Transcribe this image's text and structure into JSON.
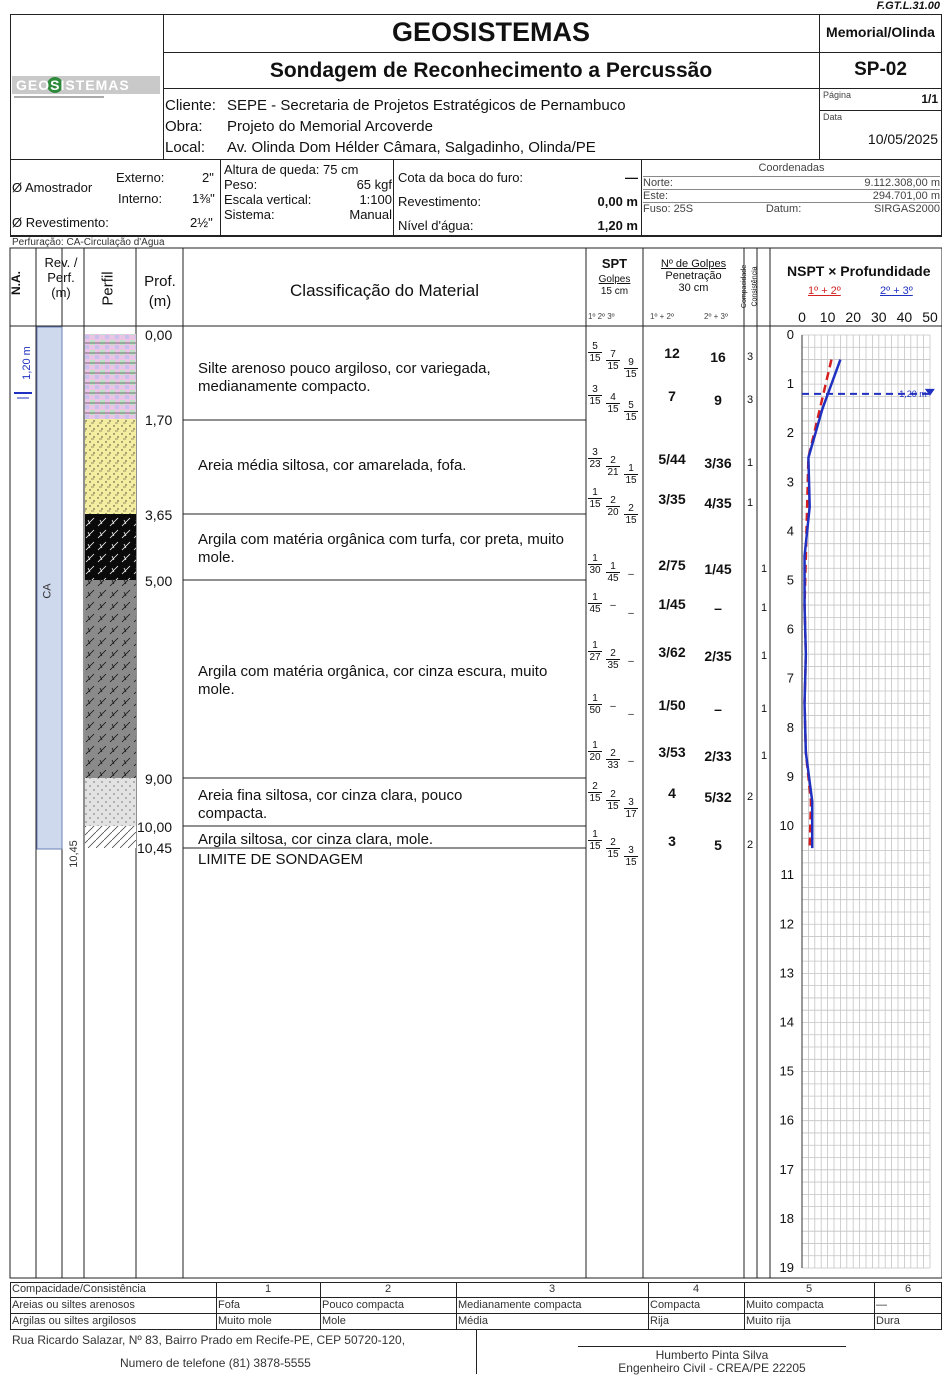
{
  "form_code": "F.GT.L.31.00",
  "company": "GEOSISTEMAS",
  "logo_text": "GEOSISTEMAS",
  "project_short": "Memorial/Olinda",
  "title": "Sondagem de Reconhecimento a Percussão",
  "boring_id": "SP-02",
  "client_label": "Cliente:",
  "client": "SEPE - Secretaria de Projetos Estratégicos de Pernambuco",
  "work_label": "Obra:",
  "work": "Projeto do Memorial Arcoverde",
  "place_label": "Local:",
  "place": "Av. Olinda Dom Hélder Câmara, Salgadinho, Olinda/PE",
  "page_label": "Página",
  "page": "1/1",
  "date_label": "Data",
  "date": "10/05/2025",
  "sampler_label": "Ø Amostrador",
  "ext_label": "Externo:",
  "ext": "2\"",
  "int_label": "Interno:",
  "int": "1⅜\"",
  "casing_label": "Ø Revestimento:",
  "casing": "2½\"",
  "drop_label": "Altura de queda:",
  "drop": "75 cm",
  "weight_label": "Peso:",
  "weight": "65 kgf",
  "scale_label": "Escala vertical:",
  "scale": "1:100",
  "system_label": "Sistema:",
  "system": "Manual",
  "cota_label": "Cota da boca do furo:",
  "cota": "—",
  "rev_label": "Revestimento:",
  "rev": "0,00 m",
  "wl_label": "Nível d'água:",
  "wl": "1,20 m",
  "coord_label": "Coordenadas",
  "north_label": "Norte:",
  "north": "9.112.308,00 m",
  "east_label": "Este:",
  "east": "294.701,00 m",
  "zone_label": "Fuso: 25S",
  "datum_label": "Datum:",
  "datum": "SIRGAS2000",
  "perf_note": "Perfuração: CA-Circulação d'Água",
  "hdr": {
    "na": "N.A.",
    "rev": "Rev. / Perf. (m)",
    "perfil": "Perfil",
    "prof": "Prof. (m)",
    "class": "Classificação do Material",
    "spt": "SPT",
    "golpes": "Golpes",
    "cm15": "15 cm",
    "g123": "1º 2º 3º",
    "ngolpes": "Nº de Golpes",
    "pen": "Penetração",
    "cm30": "30 cm",
    "g12": "1º + 2º",
    "g23": "2º + 3º",
    "compac": "Compacidade",
    "consist": "Consistência",
    "chart": "NSPT × Profundidade",
    "leg1": "1º + 2º",
    "leg2": "2º + 3º"
  },
  "na_value": "1,20 m",
  "ca_label": "CA",
  "rev_depth": "10,45",
  "depths": [
    "0,00",
    "1,70",
    "3,65",
    "5,00",
    "9,00",
    "10,00",
    "10,45"
  ],
  "layers": [
    "Silte arenoso pouco argiloso, cor variegada, medianamente compacto.",
    "Areia média siltosa, cor amarelada, fofa.",
    "Argila com matéria orgânica com turfa, cor preta, muito mole.",
    "Argila com matéria orgânica, cor cinza escura, muito mole.",
    "Areia fina siltosa, cor cinza clara, pouco compacta.",
    "Argila siltosa, cor cinza clara, mole.",
    "LIMITE DE SONDAGEM"
  ],
  "spt_rows": [
    {
      "d": "1",
      "f": [
        [
          "5",
          "15"
        ],
        [
          "7",
          "15"
        ],
        [
          "9",
          "15"
        ]
      ],
      "g1": "12",
      "g2": "16",
      "c": "3"
    },
    {
      "d": "2",
      "f": [
        [
          "3",
          "15"
        ],
        [
          "4",
          "15"
        ],
        [
          "5",
          "15"
        ]
      ],
      "g1": "7",
      "g2": "9",
      "c": "3"
    },
    {
      "d": "3",
      "f": [
        [
          "3",
          "23"
        ],
        [
          "2",
          "21"
        ],
        [
          "1",
          "15"
        ]
      ],
      "g1": "5/44",
      "g2": "3/36",
      "c": "1"
    },
    {
      "d": "4",
      "f": [
        [
          "1",
          "15"
        ],
        [
          "2",
          "20"
        ],
        [
          "2",
          "15"
        ]
      ],
      "g1": "3/35",
      "g2": "4/35",
      "c": "1"
    },
    {
      "d": "5",
      "f": [
        [
          "1",
          "30"
        ],
        [
          "1",
          "45"
        ],
        [
          "–",
          ""
        ]
      ],
      "g1": "2/75",
      "g2": "1/45",
      "c": "1"
    },
    {
      "d": "6",
      "f": [
        [
          "1",
          "45"
        ],
        [
          "–",
          ""
        ],
        [
          "–",
          ""
        ]
      ],
      "g1": "1/45",
      "g2": "–",
      "c": "1"
    },
    {
      "d": "7",
      "f": [
        [
          "1",
          "27"
        ],
        [
          "2",
          "35"
        ],
        [
          "–",
          ""
        ]
      ],
      "g1": "3/62",
      "g2": "2/35",
      "c": "1"
    },
    {
      "d": "8",
      "f": [
        [
          "1",
          "50"
        ],
        [
          "–",
          ""
        ],
        [
          "–",
          ""
        ]
      ],
      "g1": "1/50",
      "g2": "–",
      "c": "1"
    },
    {
      "d": "9",
      "f": [
        [
          "1",
          "20"
        ],
        [
          "2",
          "33"
        ],
        [
          "–",
          ""
        ]
      ],
      "g1": "3/53",
      "g2": "2/33",
      "c": "1"
    },
    {
      "d": "10",
      "f": [
        [
          "2",
          "15"
        ],
        [
          "2",
          "15"
        ],
        [
          "3",
          "17"
        ]
      ],
      "g1": "4",
      "g2": "5/32",
      "c": "2"
    },
    {
      "d": "10.45",
      "f": [
        [
          "1",
          "15"
        ],
        [
          "2",
          "15"
        ],
        [
          "3",
          "15"
        ]
      ],
      "g1": "3",
      "g2": "5",
      "c": "2"
    }
  ],
  "chart_data": {
    "type": "line",
    "title": "NSPT × Profundidade",
    "x_ticks": [
      "0",
      "10",
      "20",
      "30",
      "40",
      "50"
    ],
    "xlim": [
      0,
      50
    ],
    "ylim": [
      0,
      19
    ],
    "y_ticks": [
      "0",
      "1",
      "2",
      "3",
      "4",
      "5",
      "6",
      "7",
      "8",
      "9",
      "10",
      "11",
      "12",
      "13",
      "14",
      "15",
      "16",
      "17",
      "18",
      "19"
    ],
    "series": [
      {
        "name": "1º + 2º",
        "color": "#d42020",
        "dashed": true,
        "points": [
          [
            11.5,
            0.5
          ],
          [
            7,
            1.5
          ],
          [
            2.5,
            2.5
          ],
          [
            2,
            3.5
          ],
          [
            1.5,
            4.5
          ],
          [
            1,
            5.5
          ],
          [
            1.5,
            6.5
          ],
          [
            1,
            7.5
          ],
          [
            1.5,
            8.5
          ],
          [
            3.5,
            9.5
          ],
          [
            3,
            10.45
          ]
        ]
      },
      {
        "name": "2º + 3º",
        "color": "#2030c0",
        "dashed": false,
        "points": [
          [
            15,
            0.5
          ],
          [
            8,
            1.5
          ],
          [
            2.5,
            2.5
          ],
          [
            3,
            3.5
          ],
          [
            1,
            4.5
          ],
          [
            1,
            5.5
          ],
          [
            1.5,
            6.5
          ],
          [
            1,
            7.5
          ],
          [
            1.5,
            8.5
          ],
          [
            4,
            9.5
          ],
          [
            4,
            10.45
          ]
        ]
      }
    ],
    "water_level": {
      "depth": 1.2,
      "label": "1,20 m"
    }
  },
  "legend": {
    "title": "Compacidade/Consistência",
    "nums": [
      "1",
      "2",
      "3",
      "4",
      "5",
      "6"
    ],
    "row1_label": "Areias ou siltes arenosos",
    "row1": [
      "Fofa",
      "Pouco compacta",
      "Medianamente compacta",
      "Compacta",
      "Muito compacta",
      "—"
    ],
    "row2_label": "Argilas ou siltes argilosos",
    "row2": [
      "Muito mole",
      "Mole",
      "Média",
      "Rija",
      "Muito rija",
      "Dura"
    ]
  },
  "address": "Rua Ricardo Salazar, Nº 83, Bairro Prado em Recife-PE, CEP 50720-120,",
  "phone": "Numero de telefone (81) 3878-5555",
  "engineer": "Humberto Pinta Silva",
  "engineer_title": "Engenheiro Civil - CREA/PE 22205"
}
